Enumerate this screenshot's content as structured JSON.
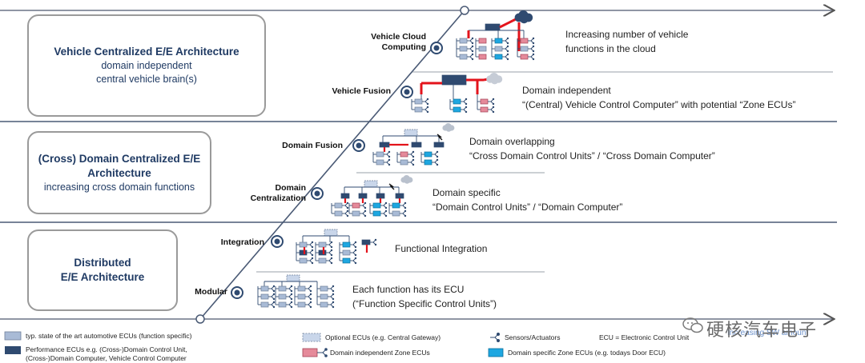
{
  "architectures": [
    {
      "title": "Vehicle Centralized E/E Architecture",
      "subtitle": "domain independent",
      "detail": "central vehicle brain(s)"
    },
    {
      "title": "(Cross) Domain Centralized E/E",
      "subtitle": "Architecture",
      "detail": "increasing cross domain functions"
    },
    {
      "title": "Distributed",
      "subtitle": "E/E Architecture",
      "detail": ""
    }
  ],
  "stages": [
    {
      "lines": [
        "Vehicle Cloud",
        "Computing"
      ]
    },
    {
      "lines": [
        "Vehicle Fusion"
      ]
    },
    {
      "lines": [
        "Domain Fusion"
      ]
    },
    {
      "lines": [
        "Domain",
        "Centralization"
      ]
    },
    {
      "lines": [
        "Integration"
      ]
    },
    {
      "lines": [
        "Modular"
      ]
    }
  ],
  "descriptions": [
    {
      "line1": "Increasing number of vehicle",
      "line2": "functions in the cloud"
    },
    {
      "line1": "Domain independent",
      "line2": "“(Central) Vehicle Control Computer” with potential “Zone ECUs”"
    },
    {
      "line1": "Domain overlapping",
      "line2": "“Cross Domain Control Units” / “Cross Domain Computer”"
    },
    {
      "line1": "Domain specific",
      "line2": "“Domain Control Units” / “Domain Computer”"
    },
    {
      "line1": "Functional Integration",
      "line2": ""
    },
    {
      "line1": "Each function has its ECU",
      "line2": "(“Function Specific Control Units”)"
    }
  ],
  "axis_label": "Increasing SW amount",
  "legend": {
    "typical": "typ. state of the art automotive ECUs (function specific)",
    "performance_1": "Performance ECUs e.g. (Cross-)Domain Control Unit,",
    "performance_2": "(Cross-)Domain Computer, Vehicle Control Computer",
    "optional": "Optional ECUs (e.g. Central Gateway)",
    "zone_independent": "Domain independent Zone ECUs",
    "sensors": "Sensors/Actuators",
    "ecu_def": "ECU = Electronic Control Unit",
    "zone_specific": "Domain specific Zone ECUs (e.g. todays Door ECU)"
  },
  "watermark": "硬核汽车电子",
  "colors": {
    "light_ecu": "#a9bbd6",
    "dark_ecu": "#2f4a70",
    "zone_red": "#e58a9a",
    "zone_cyan": "#1ea7e1",
    "link_red": "#e3131b",
    "title_blue": "#1f3a63",
    "band_line": "#4a5a75"
  }
}
